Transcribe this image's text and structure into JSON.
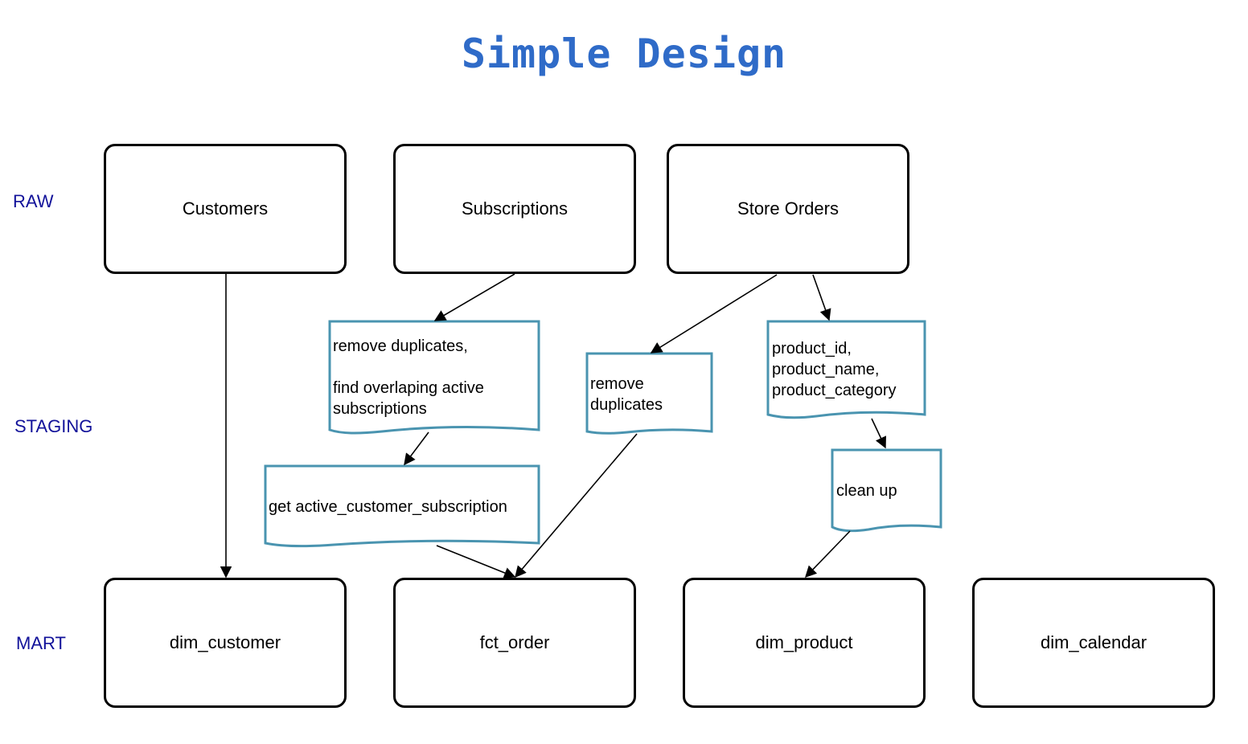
{
  "title": "Simple Design",
  "layers": {
    "raw": "RAW",
    "staging": "STAGING",
    "mart": "MART"
  },
  "raw_nodes": {
    "customers": "Customers",
    "subscriptions": "Subscriptions",
    "store_orders": "Store Orders"
  },
  "staging_steps": {
    "sub_dedup": "remove duplicates,\n\nfind overlaping active\nsubscriptions",
    "active_sub": "get active_customer_subscription",
    "orders_dedup": "remove\nduplicates",
    "product_fields": "product_id,\nproduct_name,\nproduct_category",
    "clean_up": "clean up"
  },
  "mart_nodes": {
    "dim_customer": "dim_customer",
    "fct_order": "fct_order",
    "dim_product": "dim_product",
    "dim_calendar": "dim_calendar"
  },
  "colors": {
    "title": "#2f6bc8",
    "layer_label": "#12129a",
    "step_border": "#4a94b0",
    "box_border": "#000000"
  }
}
